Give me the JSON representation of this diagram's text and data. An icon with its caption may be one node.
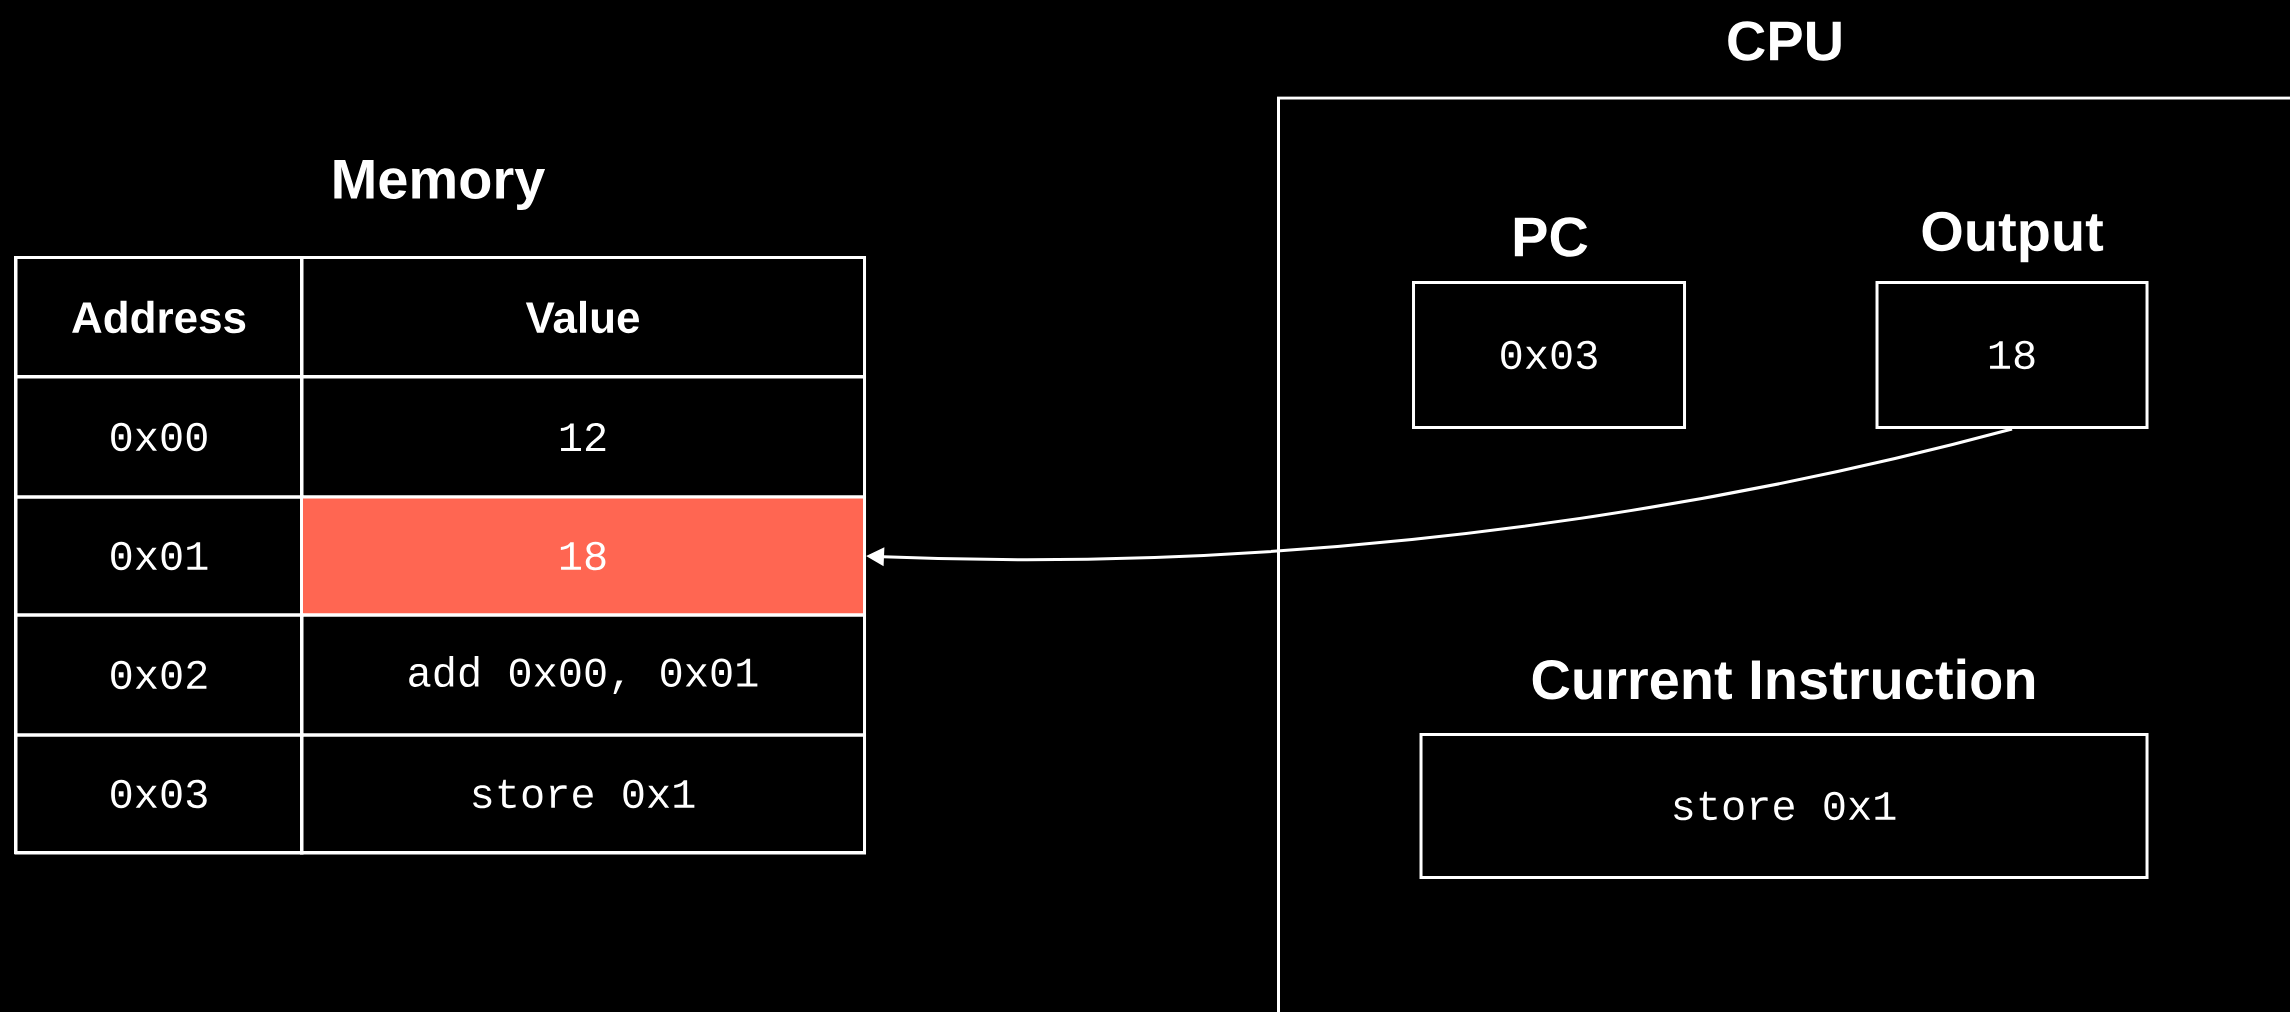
{
  "diagram": {
    "nodes": [
      {
        "text": [
          "CPU"
        ]
      },
      {
        "text": [
          "PC",
          "0x03"
        ],
        "in": 0
      },
      {
        "text": [
          "Output",
          "18"
        ],
        "in": 0
      },
      {
        "text": [
          "Current Instruction",
          "store 0x1"
        ],
        "in": 0
      },
      {
        "text": [
          "Memory"
        ]
      },
      {
        "text": [
          "Address"
        ],
        "in": 4
      },
      {
        "text": [
          "Value"
        ],
        "in": 4
      },
      {
        "text": [
          "0x00"
        ],
        "in": 4
      },
      {
        "text": [
          "12"
        ],
        "in": 4
      },
      {
        "text": [
          "0x01"
        ],
        "in": 4
      },
      {
        "text": [
          "18"
        ],
        "in": 4
      },
      {
        "text": [
          "0x02"
        ],
        "in": 4
      },
      {
        "text": [
          "add 0x00, 0x01"
        ],
        "in": 4
      },
      {
        "text": [
          "0x03"
        ],
        "in": 4
      },
      {
        "text": [
          "store 0x1"
        ],
        "in": 4
      }
    ],
    "edges": [
      {
        "from": 2,
        "to": 10,
        "arrow": "to"
      }
    ]
  }
}
